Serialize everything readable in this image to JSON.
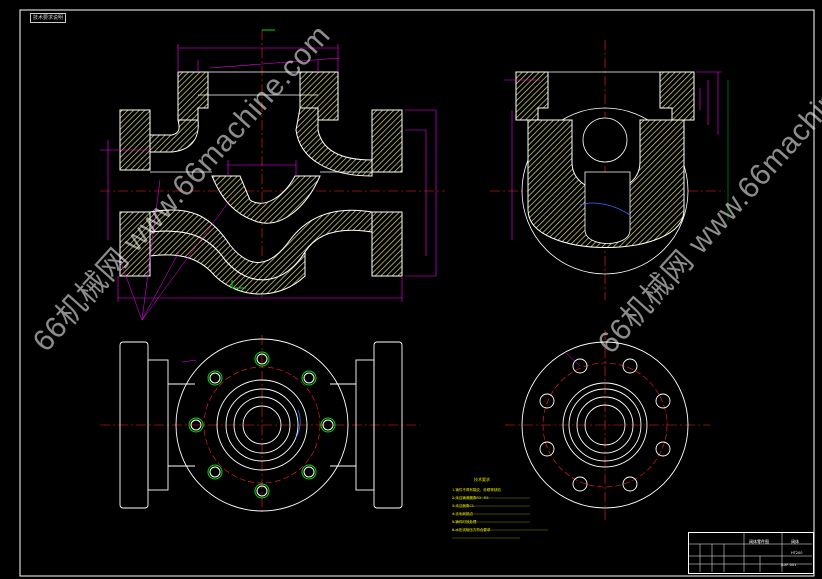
{
  "watermark": {
    "left_text": "66机械网 www.66machine.com",
    "right_text": "66机械网 www.66machine.com"
  },
  "sheet": {
    "corner_label": "技术要求说明",
    "notes_title": "技术要求",
    "notes": [
      "1.铸件不得有裂纹、砂眼等缺陷",
      "2.未注铸造圆角R3~R5",
      "3.未注倒角C1",
      "4.去毛刺锐边",
      "5.铸件时效处理",
      "6.水压试验压力符合要求"
    ]
  },
  "title_block": {
    "part_name": "阀体零件图",
    "company": "阀体",
    "material": "HT200",
    "drawing_no": "JLXF-001"
  },
  "colors": {
    "background": "#000000",
    "outline": "#ffffff",
    "hatch": "#d9d980",
    "dimension": "#ff00ff",
    "centerline": "#ff2222",
    "bolt_hole": "#00dd00",
    "note_text": "#e6e600",
    "leader": "#00aa00"
  }
}
